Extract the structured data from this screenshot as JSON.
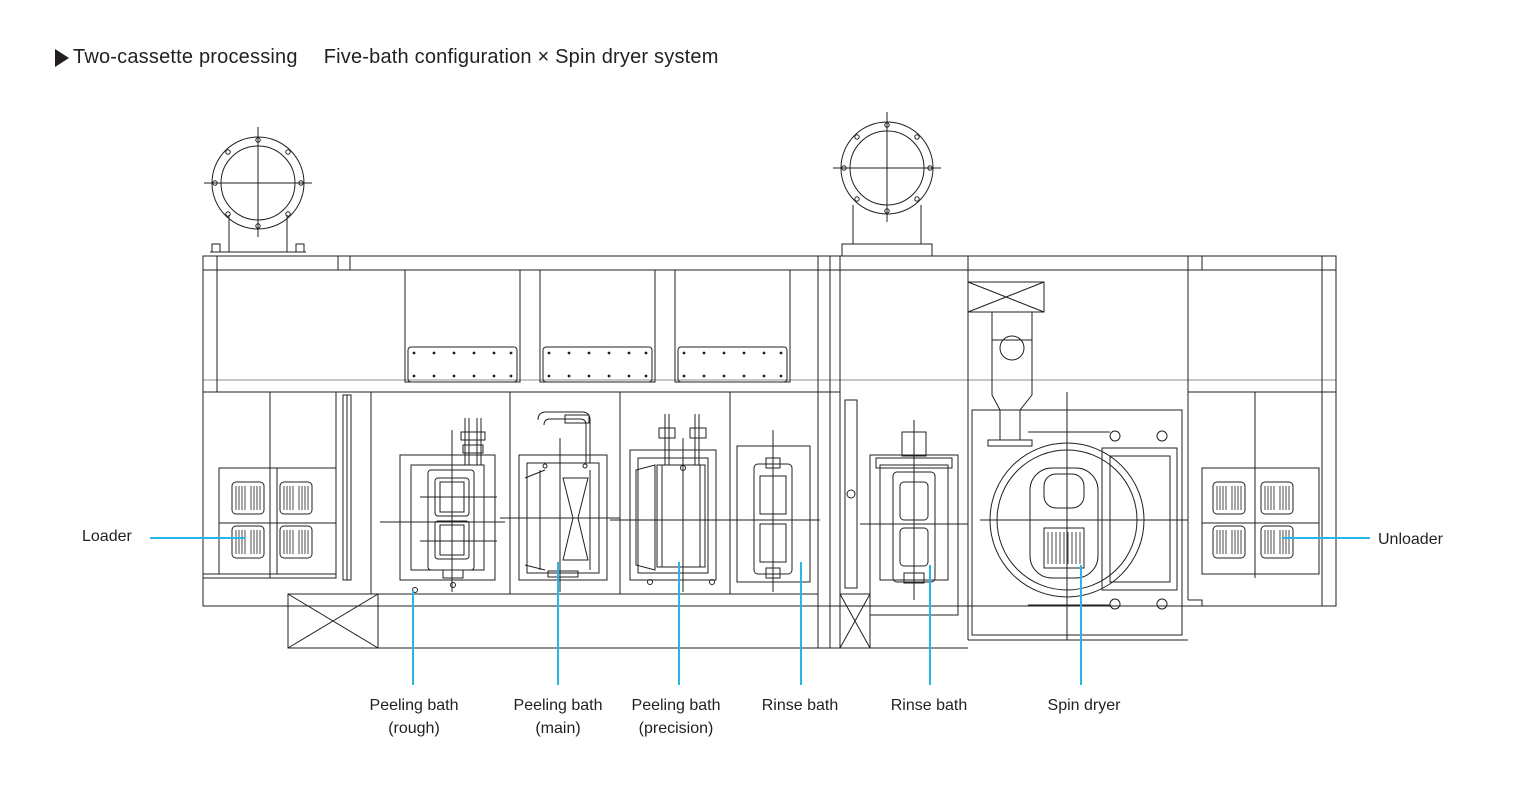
{
  "header": {
    "title": "Two-cassette processing",
    "subtitle": "Five-bath configuration × Spin dryer system",
    "marker_icon": "triangle-right-icon"
  },
  "colors": {
    "line": "#231f20",
    "callout": "#29b6e6",
    "background": "#ffffff"
  },
  "labels": {
    "loader": "Loader",
    "unloader": "Unloader",
    "peel_rough_1": "Peeling bath",
    "peel_rough_2": "(rough)",
    "peel_main_1": "Peeling bath",
    "peel_main_2": "(main)",
    "peel_prec_1": "Peeling bath",
    "peel_prec_2": "(precision)",
    "rinse_1": "Rinse bath",
    "rinse_2": "Rinse bath",
    "spin": "Spin dryer"
  }
}
